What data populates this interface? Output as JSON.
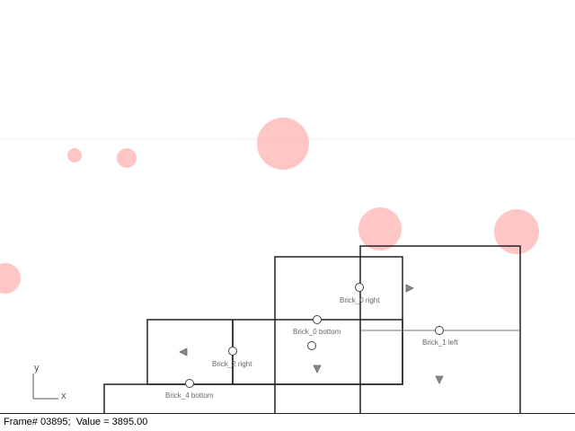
{
  "status": {
    "frame_text": "Frame# 03895;",
    "value_text": "Value = 3895.00"
  },
  "axes": {
    "x_label": "x",
    "y_label": "y"
  },
  "labels": {
    "brick0_right": "Brick_0 right",
    "brick0_bottom": "Brick_0 bottom",
    "brick1_left": "Brick_1 left",
    "brick2_right": "Brick_2 right",
    "brick4_bottom": "Brick_4 bottom"
  },
  "colors": {
    "particle": "#ffb3b3",
    "brick_edge": "#222222",
    "horizon": "#e8e8e8"
  }
}
